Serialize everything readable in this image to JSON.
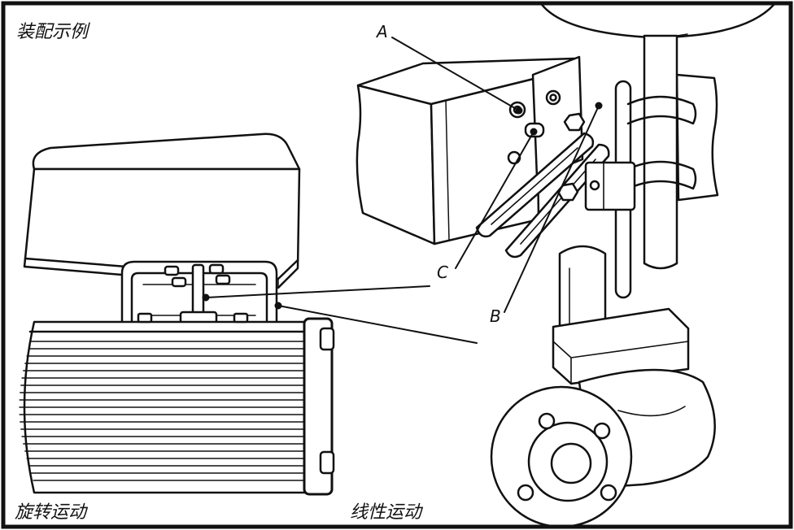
{
  "title": "装配示例",
  "labels": {
    "a": "A",
    "b": "B",
    "c": "C"
  },
  "captions": {
    "rotary": "旋转运动",
    "linear": "线性运动"
  },
  "colors": {
    "ink": "#111111",
    "paper": "#ffffff"
  }
}
